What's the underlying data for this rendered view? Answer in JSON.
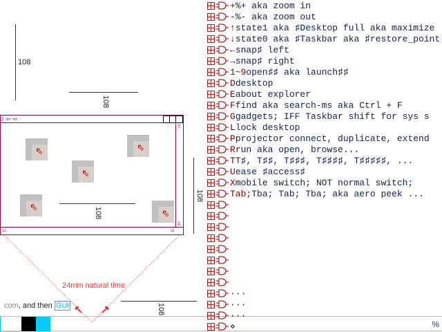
{
  "dimensions": {
    "label": "108"
  },
  "annotation": {
    "natural_time": "24mm natural time",
    "then_prefix": "com",
    "then_text": ", and then ",
    "gui": "GUI"
  },
  "window": {
    "title_icon": "♯",
    "nav": "⇦ ⇨",
    "scroll_up": "⇧",
    "scroll_down": "⇩",
    "scroll_left": "⇦",
    "scroll_right": "⇨"
  },
  "shortcuts": [
    {
      "key": "+",
      "text": "%+ aka zoom in"
    },
    {
      "key": "-",
      "text": "%- aka zoom out"
    },
    {
      "key": "↑",
      "text": "state1 aka ♯Desktop full aka maximize"
    },
    {
      "key": "↓",
      "text": "state0 aka ♯Taskbar aka ♯restore_point"
    },
    {
      "key": "←",
      "text": "snap♯ left"
    },
    {
      "key": "→",
      "text": "snap♯ right"
    },
    {
      "key": "1~9",
      "text": " open♯♯ aka launch♯♯"
    },
    {
      "key": "D",
      "text": " desktop"
    },
    {
      "key": "E",
      "text": " about explorer"
    },
    {
      "key": "F",
      "text": " find aka search-ms aka Ctrl + F"
    },
    {
      "key": "G",
      "text": " gadgets; IFF Taskbar shift for sys s"
    },
    {
      "key": "L",
      "text": " lock desktop"
    },
    {
      "key": "P",
      "text": " projector connect, duplicate, extend"
    },
    {
      "key": "R",
      "text": " run aka open, browse..."
    },
    {
      "key": "T",
      "text": " T♯, T♯♯, T♯♯♯, T♯♯♯♯, T♯♯♯♯♯, ..."
    },
    {
      "key": "U",
      "text": " ease ♯access♯"
    },
    {
      "key": "X",
      "text": " mobile switch; NOT normal switch;"
    },
    {
      "key": "Tab;",
      "text": " Tba; Tab; Tba; aka aero peek ..."
    },
    {
      "key": "",
      "text": ""
    },
    {
      "key": "",
      "text": ""
    },
    {
      "key": "",
      "text": ""
    },
    {
      "key": "",
      "text": ""
    },
    {
      "key": "",
      "text": ""
    },
    {
      "key": "",
      "text": ""
    },
    {
      "key": "",
      "text": ""
    },
    {
      "key": "",
      "text": ""
    },
    {
      "key": "",
      "text": "···"
    },
    {
      "key": "",
      "text": "···"
    },
    {
      "key": "",
      "text": "···"
    },
    {
      "key": "",
      "text": "⋄"
    }
  ],
  "taskbar": {
    "percent": "%",
    "colors": [
      "#000000",
      "#00ccff"
    ]
  }
}
